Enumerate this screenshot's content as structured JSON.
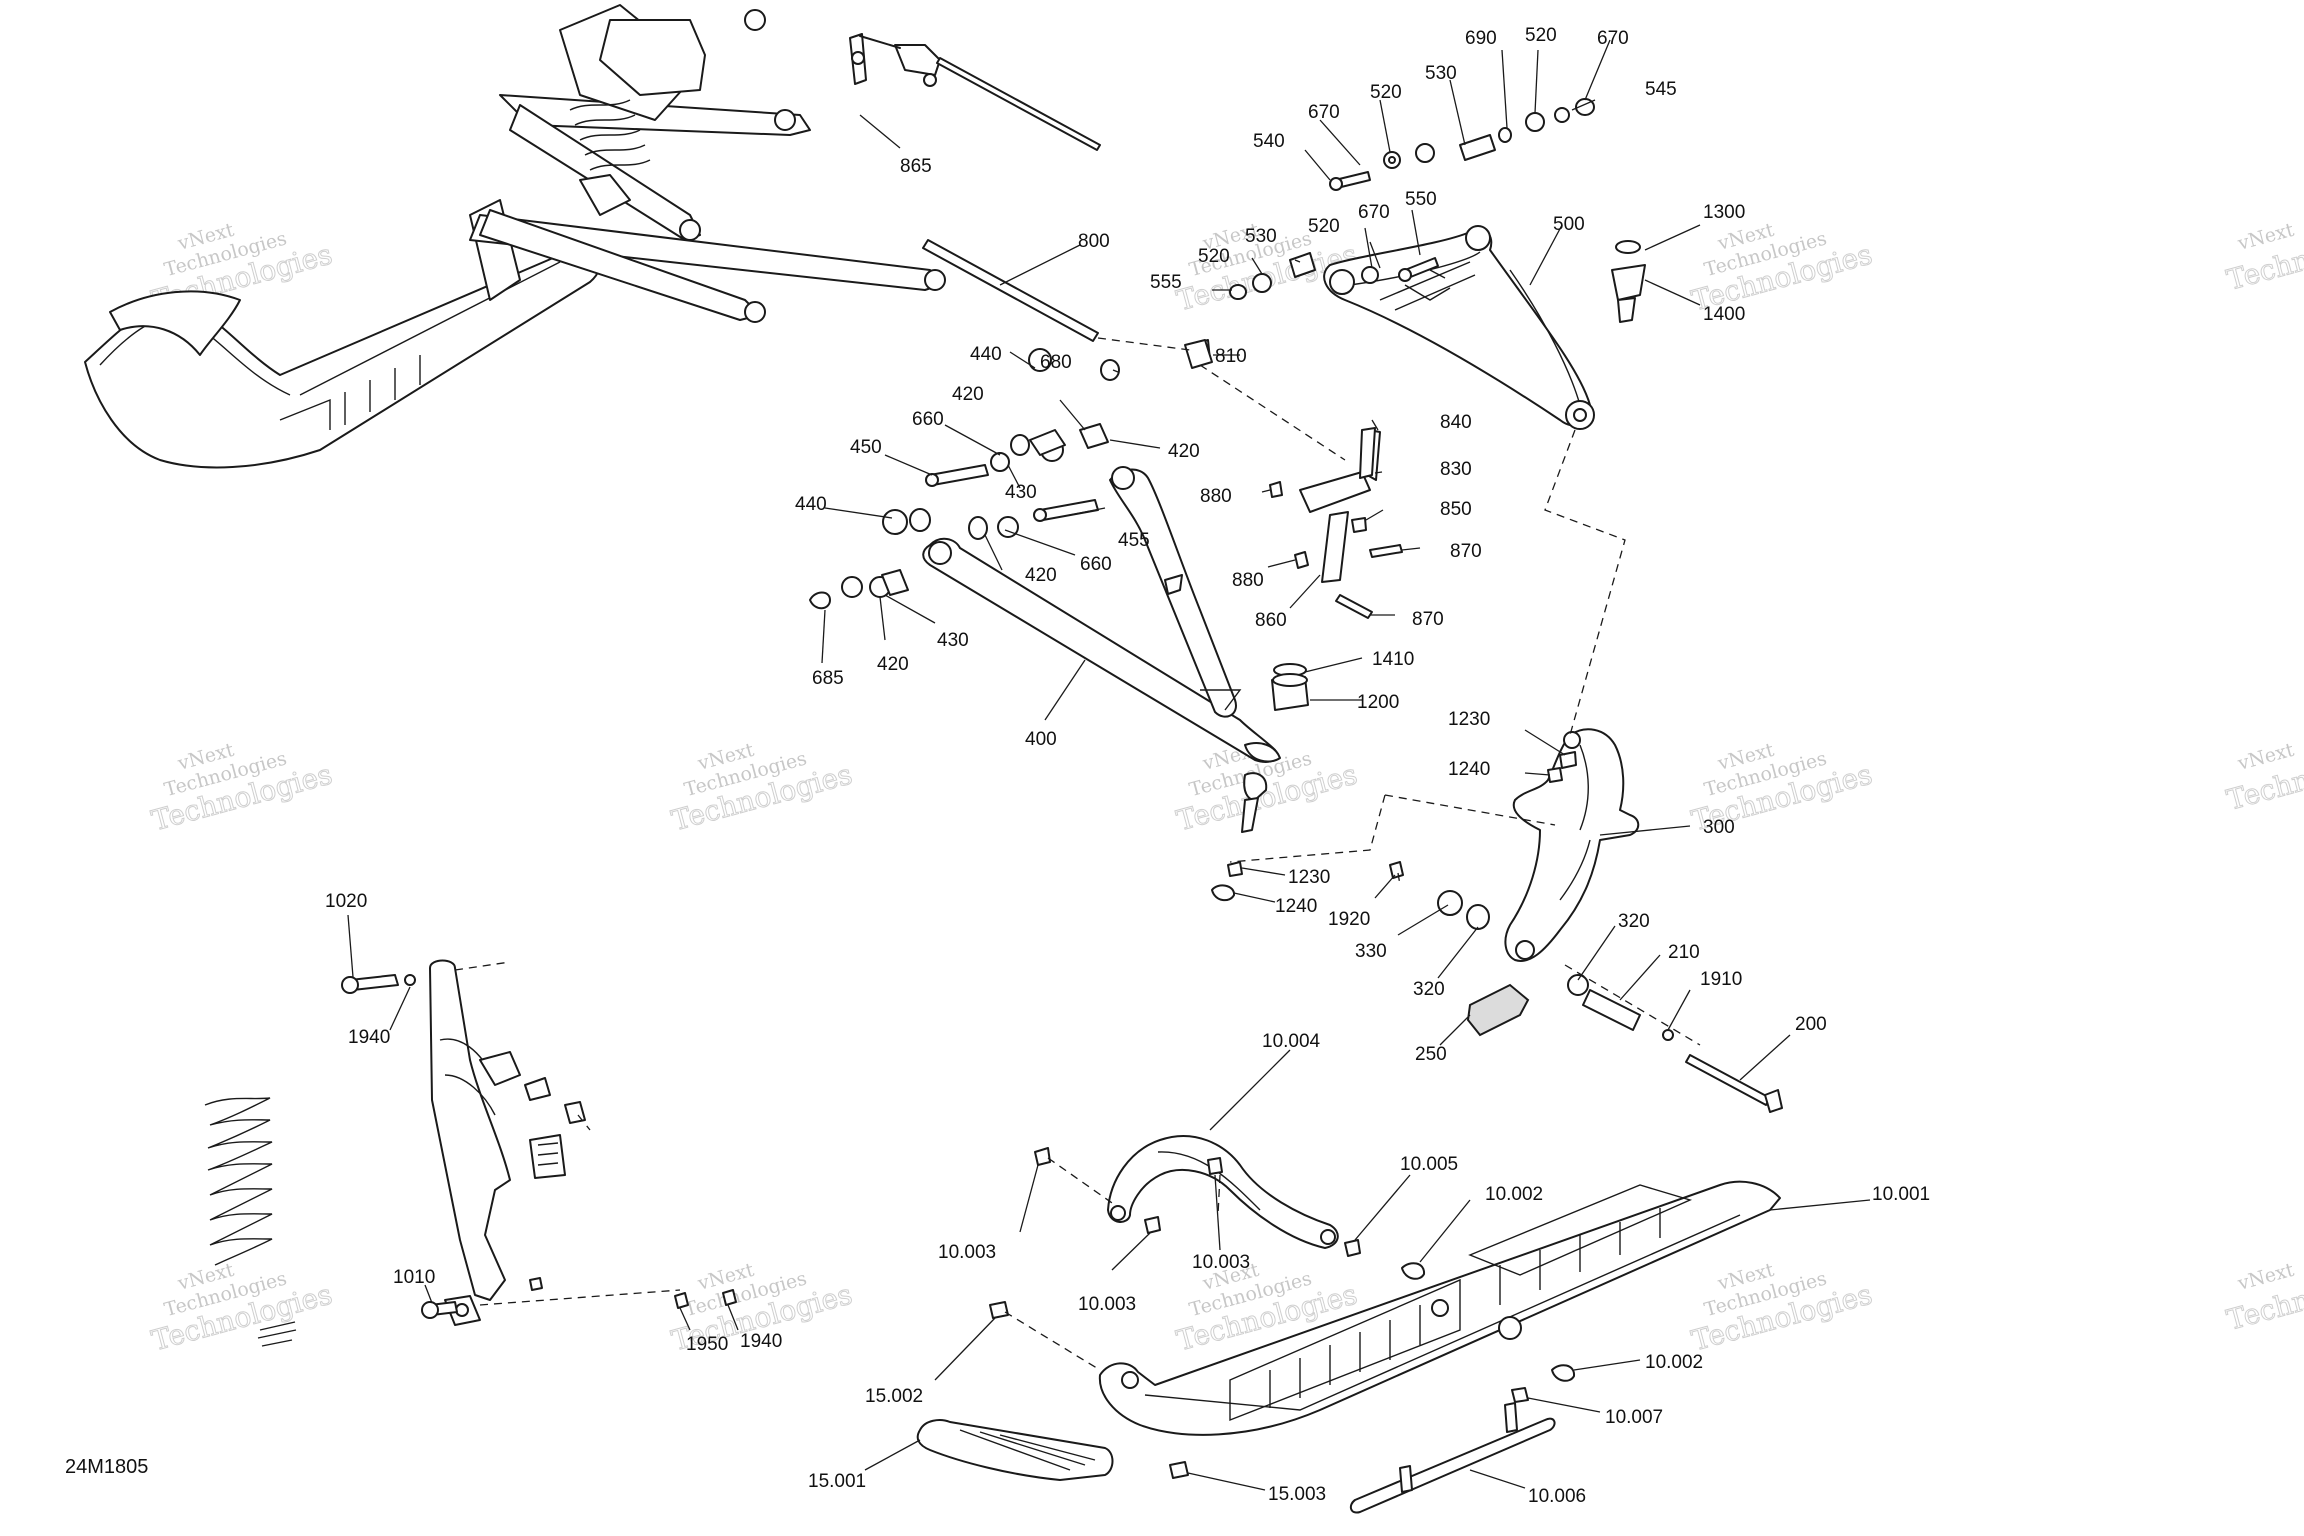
{
  "diagram_ref": "24M1805",
  "watermark": {
    "line1": "vNext",
    "line2": "Technologies",
    "line3": "Technologies"
  },
  "callouts": [
    {
      "id": "c865",
      "label": "865"
    },
    {
      "id": "c800",
      "label": "800"
    },
    {
      "id": "c810",
      "label": "810"
    },
    {
      "id": "c690",
      "label": "690"
    },
    {
      "id": "c520a",
      "label": "520"
    },
    {
      "id": "c670a",
      "label": "670"
    },
    {
      "id": "c530a",
      "label": "530"
    },
    {
      "id": "c520b",
      "label": "520"
    },
    {
      "id": "c545",
      "label": "545"
    },
    {
      "id": "c670b",
      "label": "670"
    },
    {
      "id": "c540",
      "label": "540"
    },
    {
      "id": "c670c",
      "label": "670"
    },
    {
      "id": "c550",
      "label": "550"
    },
    {
      "id": "c520c",
      "label": "520"
    },
    {
      "id": "c530b",
      "label": "530"
    },
    {
      "id": "c520d",
      "label": "520"
    },
    {
      "id": "c555",
      "label": "555"
    },
    {
      "id": "c500",
      "label": "500"
    },
    {
      "id": "c1300",
      "label": "1300"
    },
    {
      "id": "c1400",
      "label": "1400"
    },
    {
      "id": "c440a",
      "label": "440"
    },
    {
      "id": "c680",
      "label": "680"
    },
    {
      "id": "c420a",
      "label": "420"
    },
    {
      "id": "c660a",
      "label": "660"
    },
    {
      "id": "c420b",
      "label": "420"
    },
    {
      "id": "c450",
      "label": "450"
    },
    {
      "id": "c430a",
      "label": "430"
    },
    {
      "id": "c440b",
      "label": "440"
    },
    {
      "id": "c455",
      "label": "455"
    },
    {
      "id": "c660b",
      "label": "660"
    },
    {
      "id": "c420c",
      "label": "420"
    },
    {
      "id": "c430b",
      "label": "430"
    },
    {
      "id": "c420d",
      "label": "420"
    },
    {
      "id": "c685",
      "label": "685"
    },
    {
      "id": "c400",
      "label": "400"
    },
    {
      "id": "c840",
      "label": "840"
    },
    {
      "id": "c830",
      "label": "830"
    },
    {
      "id": "c880a",
      "label": "880"
    },
    {
      "id": "c850",
      "label": "850"
    },
    {
      "id": "c870a",
      "label": "870"
    },
    {
      "id": "c880b",
      "label": "880"
    },
    {
      "id": "c860",
      "label": "860"
    },
    {
      "id": "c870b",
      "label": "870"
    },
    {
      "id": "c1410",
      "label": "1410"
    },
    {
      "id": "c1200",
      "label": "1200"
    },
    {
      "id": "c1230a",
      "label": "1230"
    },
    {
      "id": "c1240a",
      "label": "1240"
    },
    {
      "id": "c300",
      "label": "300"
    },
    {
      "id": "c1230b",
      "label": "1230"
    },
    {
      "id": "c1240b",
      "label": "1240"
    },
    {
      "id": "c1920",
      "label": "1920"
    },
    {
      "id": "c330",
      "label": "330"
    },
    {
      "id": "c320a",
      "label": "320"
    },
    {
      "id": "c320b",
      "label": "320"
    },
    {
      "id": "c210",
      "label": "210"
    },
    {
      "id": "c1910",
      "label": "1910"
    },
    {
      "id": "c250",
      "label": "250"
    },
    {
      "id": "c200",
      "label": "200"
    },
    {
      "id": "c1020",
      "label": "1020"
    },
    {
      "id": "c1940a",
      "label": "1940"
    },
    {
      "id": "c1010",
      "label": "1010"
    },
    {
      "id": "c1950",
      "label": "1950"
    },
    {
      "id": "c1940b",
      "label": "1940"
    },
    {
      "id": "c10004",
      "label": "10.004"
    },
    {
      "id": "c10005",
      "label": "10.005"
    },
    {
      "id": "c10002a",
      "label": "10.002"
    },
    {
      "id": "c10001",
      "label": "10.001"
    },
    {
      "id": "c10003a",
      "label": "10.003"
    },
    {
      "id": "c10003b",
      "label": "10.003"
    },
    {
      "id": "c10003c",
      "label": "10.003"
    },
    {
      "id": "c10002b",
      "label": "10.002"
    },
    {
      "id": "c10007",
      "label": "10.007"
    },
    {
      "id": "c15002",
      "label": "15.002"
    },
    {
      "id": "c15001",
      "label": "15.001"
    },
    {
      "id": "c15003",
      "label": "15.003"
    },
    {
      "id": "c10006",
      "label": "10.006"
    }
  ]
}
